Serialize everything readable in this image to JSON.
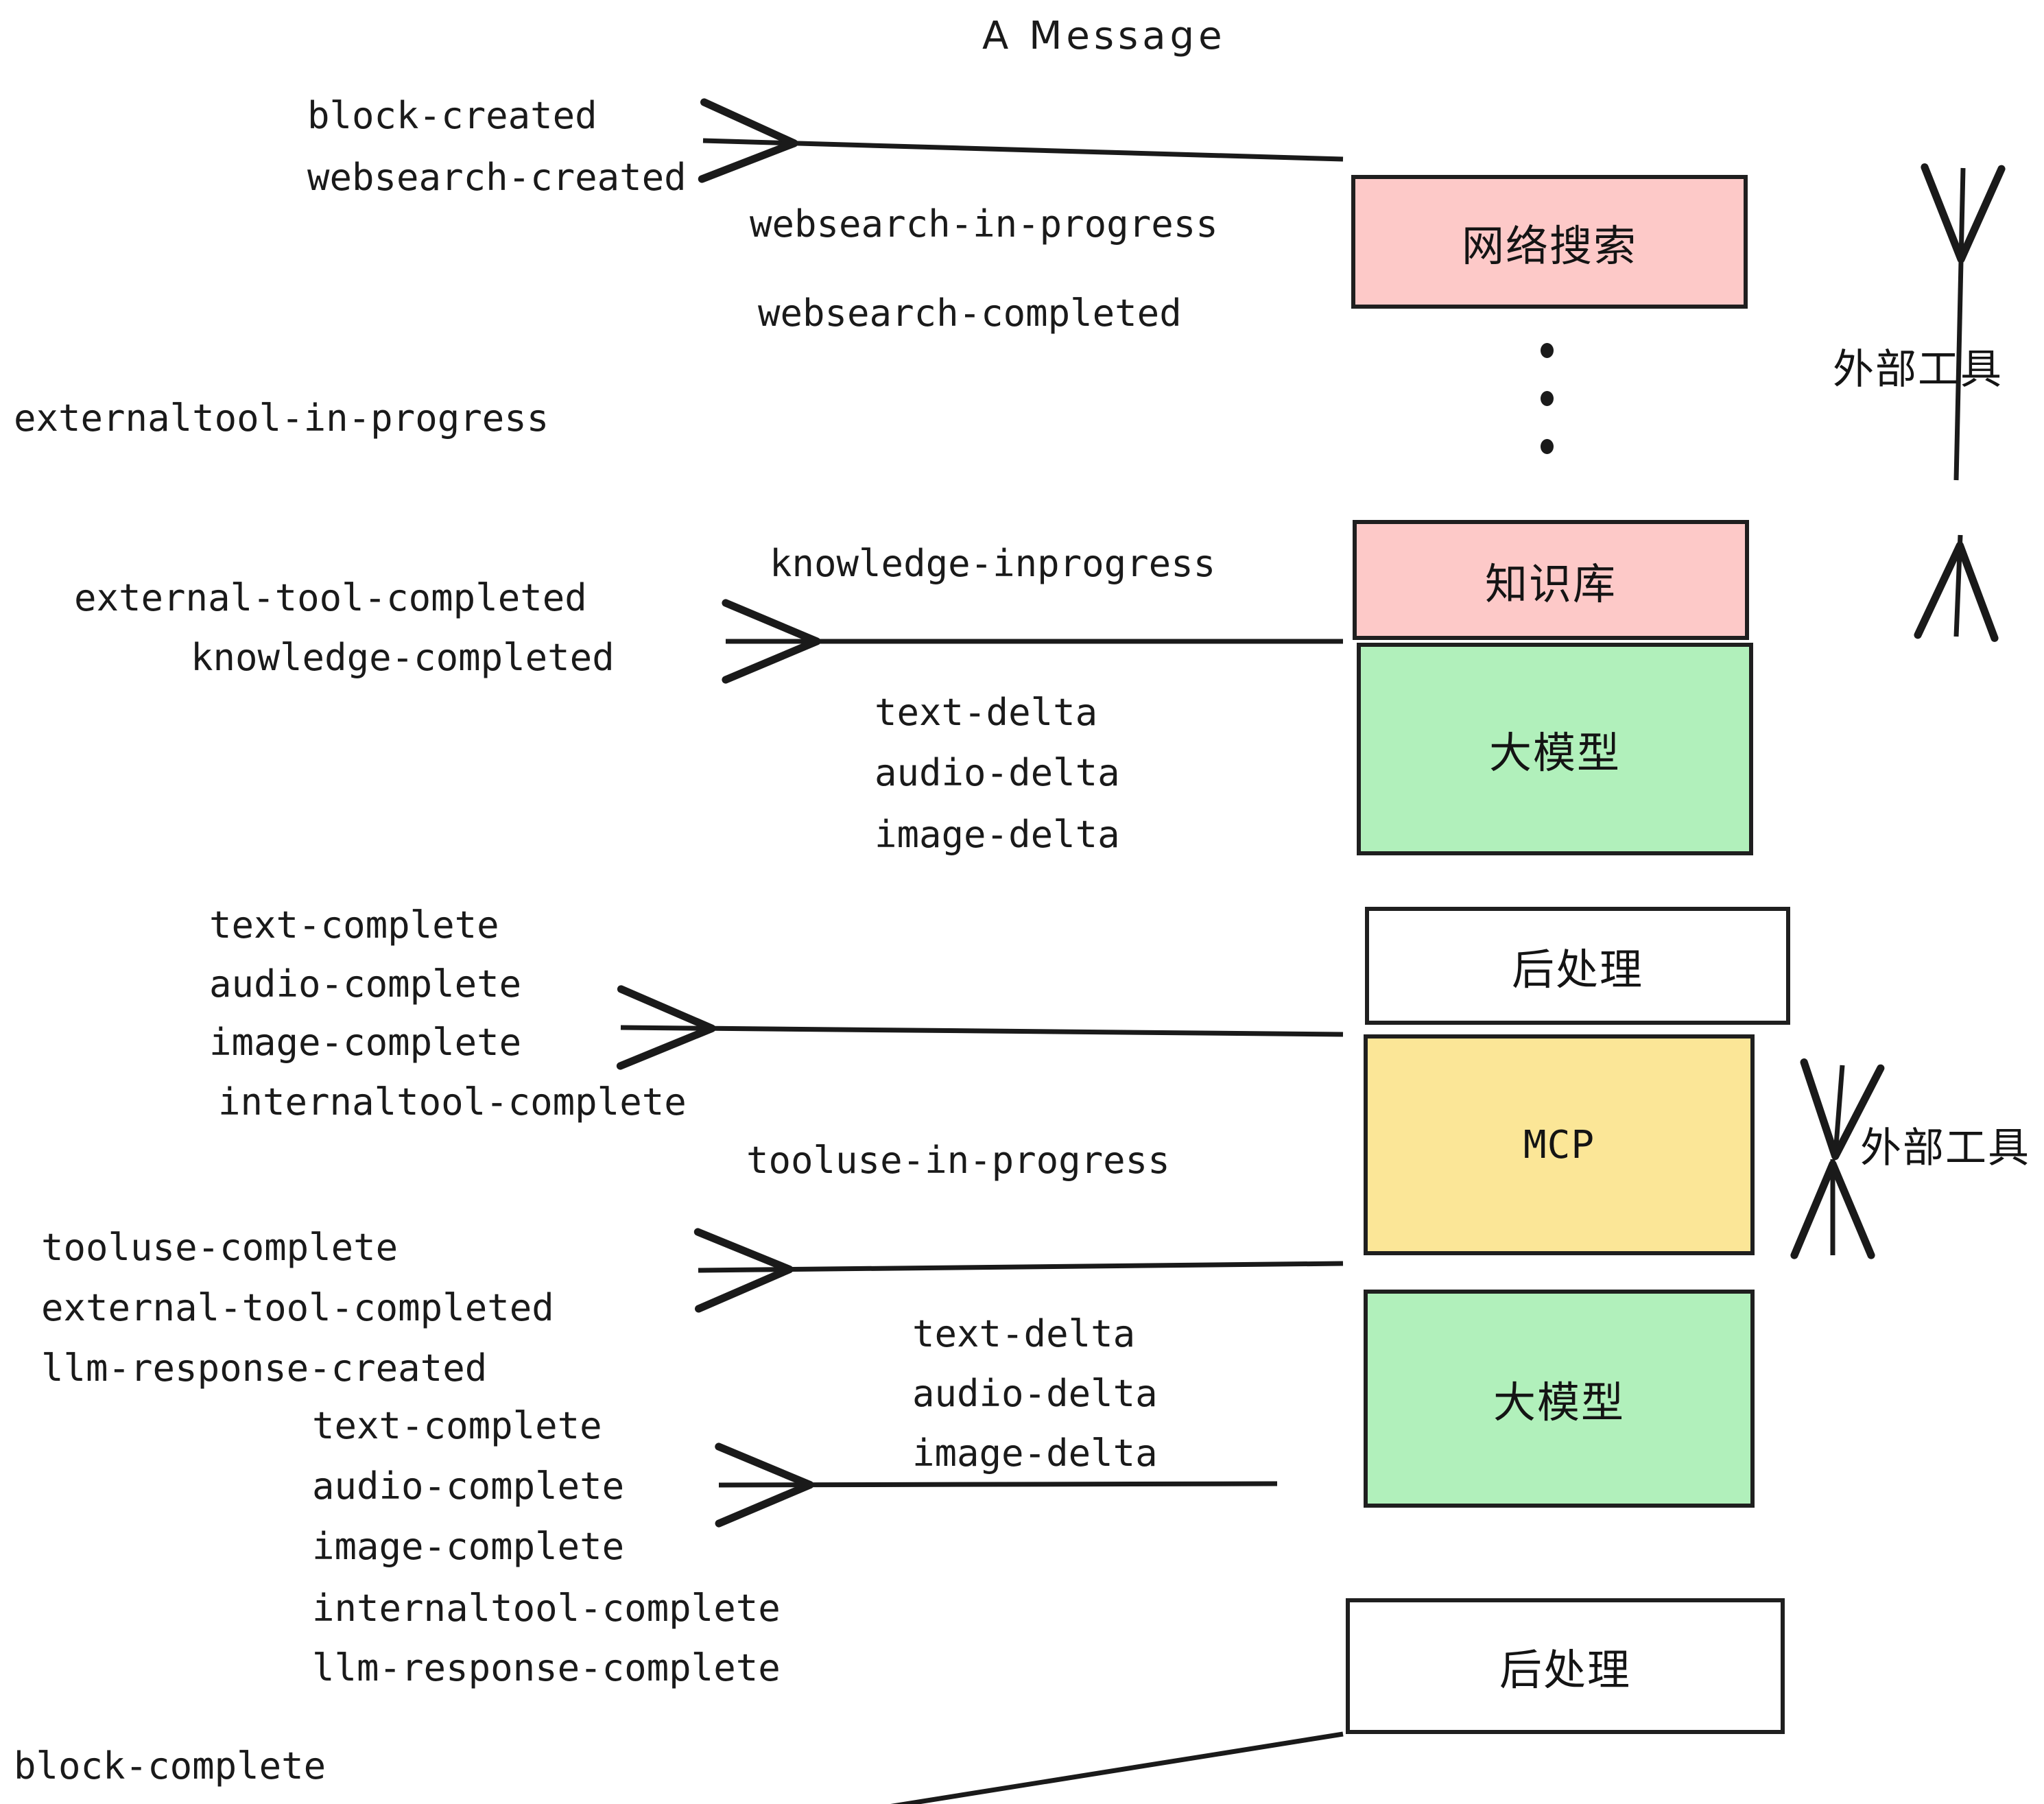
{
  "title": "A Message",
  "colors": {
    "pink": "#fdc9c8",
    "green": "#b1f0bb",
    "yellow": "#fbe697",
    "white": "#ffffff",
    "stroke": "#1f1f1f",
    "text": "#1a1a1a"
  },
  "nodes": [
    {
      "id": "websearch",
      "label": "网络搜索",
      "fill": "pink"
    },
    {
      "id": "knowledge",
      "label": "知识库",
      "fill": "pink"
    },
    {
      "id": "llm-1",
      "label": "大模型",
      "fill": "green"
    },
    {
      "id": "postprocess-1",
      "label": "后处理",
      "fill": "white"
    },
    {
      "id": "mcp",
      "label": "MCP",
      "fill": "yellow"
    },
    {
      "id": "llm-2",
      "label": "大模型",
      "fill": "green"
    },
    {
      "id": "postprocess-2",
      "label": "后处理",
      "fill": "white"
    }
  ],
  "side_labels": [
    {
      "id": "external-tools-top",
      "label": "外部工具"
    },
    {
      "id": "external-tools-bottom",
      "label": "外部工具"
    }
  ],
  "events": [
    {
      "id": "block-created",
      "label": "block-created"
    },
    {
      "id": "websearch-created",
      "label": "websearch-created"
    },
    {
      "id": "websearch-in-progress",
      "label": "websearch-in-progress"
    },
    {
      "id": "websearch-completed",
      "label": "websearch-completed"
    },
    {
      "id": "externaltool-in-progress",
      "label": "externaltool-in-progress"
    },
    {
      "id": "knowledge-inprogress",
      "label": "knowledge-inprogress"
    },
    {
      "id": "external-tool-completed-1",
      "label": "external-tool-completed"
    },
    {
      "id": "knowledge-completed",
      "label": "knowledge-completed"
    },
    {
      "id": "text-delta-1",
      "label": "text-delta"
    },
    {
      "id": "audio-delta-1",
      "label": "audio-delta"
    },
    {
      "id": "image-delta-1",
      "label": "image-delta"
    },
    {
      "id": "text-complete-1",
      "label": "text-complete"
    },
    {
      "id": "audio-complete-1",
      "label": "audio-complete"
    },
    {
      "id": "image-complete-1",
      "label": "image-complete"
    },
    {
      "id": "internaltool-complete-1",
      "label": "internaltool-complete"
    },
    {
      "id": "tooluse-in-progress",
      "label": "tooluse-in-progress"
    },
    {
      "id": "tooluse-complete",
      "label": "tooluse-complete"
    },
    {
      "id": "external-tool-completed-2",
      "label": "external-tool-completed"
    },
    {
      "id": "llm-response-created",
      "label": "llm-response-created"
    },
    {
      "id": "text-delta-2",
      "label": "text-delta"
    },
    {
      "id": "audio-delta-2",
      "label": "audio-delta"
    },
    {
      "id": "image-delta-2",
      "label": "image-delta"
    },
    {
      "id": "text-complete-2",
      "label": "text-complete"
    },
    {
      "id": "audio-complete-2",
      "label": "audio-complete"
    },
    {
      "id": "image-complete-2",
      "label": "image-complete"
    },
    {
      "id": "internaltool-complete-2",
      "label": "internaltool-complete"
    },
    {
      "id": "llm-response-complete",
      "label": "llm-response-complete"
    },
    {
      "id": "block-complete",
      "label": "block-complete"
    }
  ]
}
